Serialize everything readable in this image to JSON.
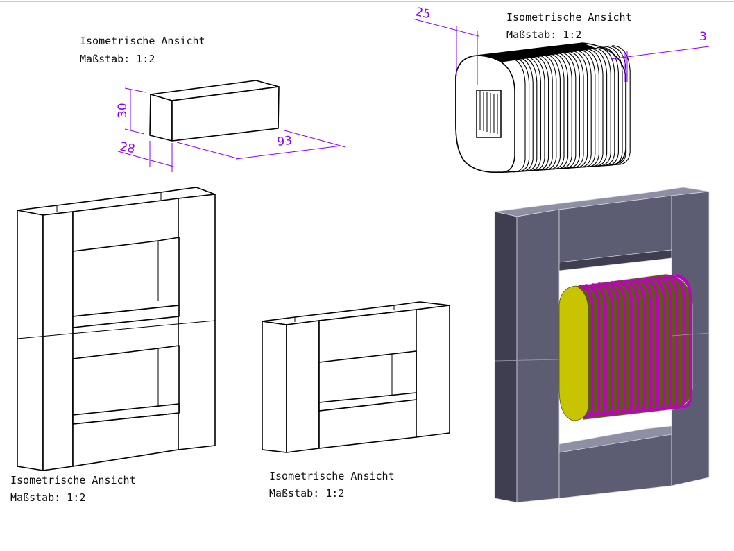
{
  "views": [
    {
      "title": "Isometrische Ansicht",
      "scale": "Maßstab:  1:2"
    },
    {
      "title": "Isometrische Ansicht",
      "scale": "Maßstab:  1:2"
    },
    {
      "title": "Isometrische Ansicht",
      "scale": "Maßstab:  1:2"
    },
    {
      "title": "Isometrische Ansicht",
      "scale": "Maßstab:  1:2"
    }
  ],
  "dimensions": {
    "block_height": "30",
    "block_depth": "28",
    "block_length": "93",
    "coil_offset": "25",
    "coil_thickness": "3"
  },
  "colors": {
    "dimension": "#8a00ff",
    "core_front": "#5c5c72",
    "core_side": "#3e3e50",
    "core_top": "#8e8ea4",
    "coil_end": "#c8c400",
    "coil_wire": "#c000c0"
  }
}
